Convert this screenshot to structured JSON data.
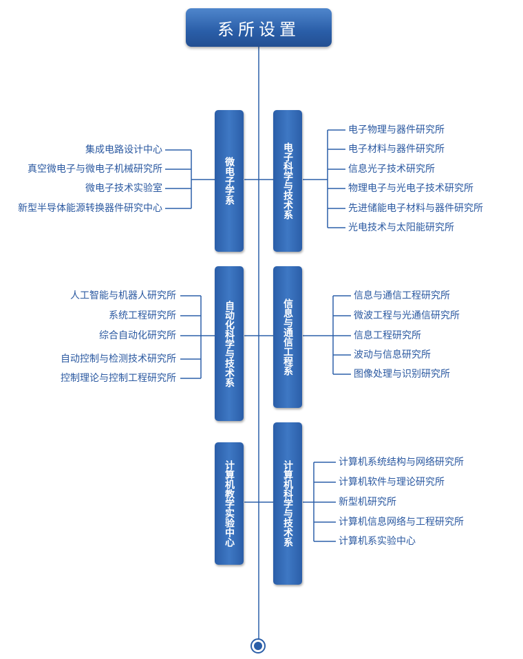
{
  "title": "系所设置",
  "groups": [
    {
      "left": {
        "name": "微电子学系",
        "items": [
          "集成电路设计中心",
          "真空微电子与微电子机械研究所",
          "微电子技术实验室",
          "新型半导体能源转换器件研究中心"
        ]
      },
      "right": {
        "name": "电子科学与技术系",
        "items": [
          "电子物理与器件研究所",
          "电子材料与器件研究所",
          "信息光子技术研究所",
          "物理电子与光电子技术研究所",
          "先进储能电子材料与器件研究所",
          "光电技术与太阳能研究所"
        ]
      }
    },
    {
      "left": {
        "name": "自动化科学与技术系",
        "items": [
          "人工智能与机器人研究所",
          "系统工程研究所",
          "综合自动化研究所",
          "自动控制与检测技术研究所",
          "控制理论与控制工程研究所"
        ]
      },
      "right": {
        "name": "信息与通信工程系",
        "items": [
          "信息与通信工程研究所",
          "微波工程与光通信研究所",
          "信息工程研究所",
          "波动与信息研究所",
          "图像处理与识别研究所"
        ]
      }
    },
    {
      "left": {
        "name": "计算机教学实验中心",
        "items": []
      },
      "right": {
        "name": "计算机科学与技术系",
        "items": [
          "计算机系统结构与网络研究所",
          "计算机软件与理论研究所",
          "新型机研究所",
          "计算机信息网络与工程研究所",
          "计算机系实验中心"
        ]
      }
    }
  ]
}
